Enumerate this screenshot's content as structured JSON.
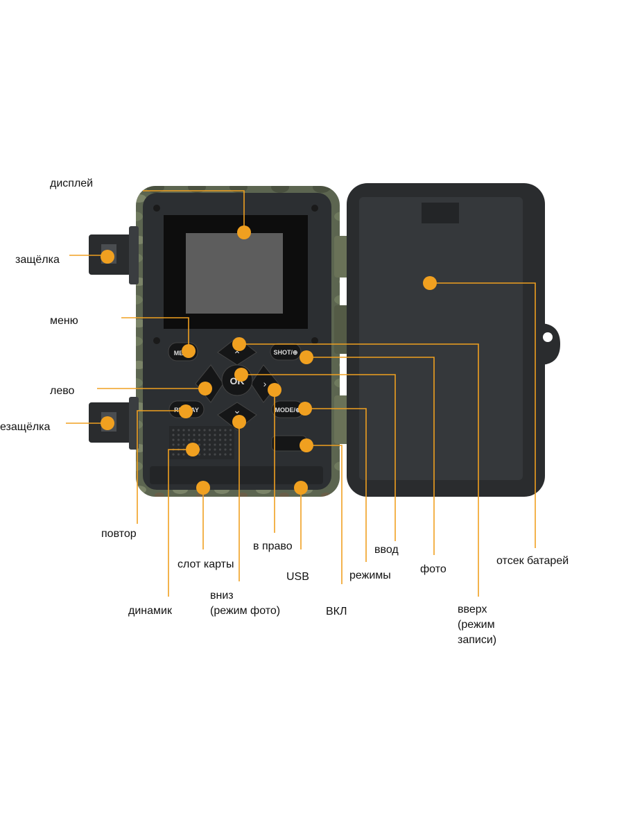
{
  "labels": {
    "display": "дисплей",
    "latch_top": "защёлка",
    "menu": "меню",
    "left": "лево",
    "latch_bottom": "езащёлка",
    "replay": "повтор",
    "card_slot": "слот карты",
    "speaker": "динамик",
    "down": "вниз\n(режим фото)",
    "right": "в право",
    "usb": "USB",
    "on": "ВКЛ",
    "enter": "ввод",
    "modes": "режимы",
    "photo": "фото",
    "up": "вверх\n(режим\nзаписи)",
    "battery": "отсек батарей"
  },
  "buttons": {
    "menu": "MENU",
    "ok": "OK",
    "shot": "SHOT/⊕",
    "replay": "REPLAY",
    "mode": "MODE/⊕"
  },
  "colors": {
    "marker": "#f0a020",
    "leader": "#f0a020",
    "body": "#5a6350",
    "panel": "#2b2e31",
    "lid": "#2a2c2e"
  }
}
